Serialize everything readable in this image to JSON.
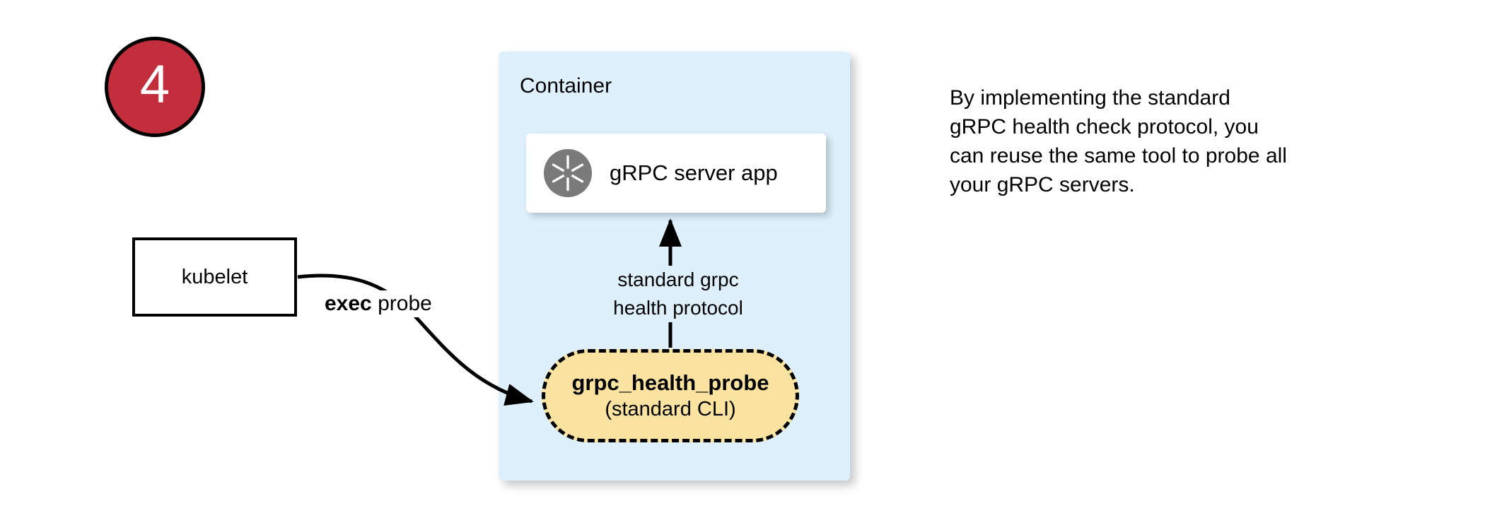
{
  "step": {
    "number": "4"
  },
  "kubelet": {
    "label": "kubelet"
  },
  "edges": {
    "exec_probe_bold": "exec",
    "exec_probe_rest": " probe",
    "protocol_label": "standard grpc\nhealth protocol"
  },
  "container": {
    "title": "Container",
    "server_card": {
      "icon": "aperture-icon",
      "label": "gRPC server app"
    },
    "probe": {
      "title": "grpc_health_probe",
      "subtitle": "(standard CLI)"
    }
  },
  "note": {
    "text": "By implementing the standard\ngRPC health check protocol, you\ncan reuse the same tool to probe all\nyour gRPC servers."
  },
  "colors": {
    "badge_red": "#c32e3c",
    "container_blue": "#ddf0fb",
    "probe_yellow": "#fae3a0",
    "icon_gray": "#7a7a7a",
    "stroke_black": "#000000",
    "card_white": "#ffffff"
  }
}
